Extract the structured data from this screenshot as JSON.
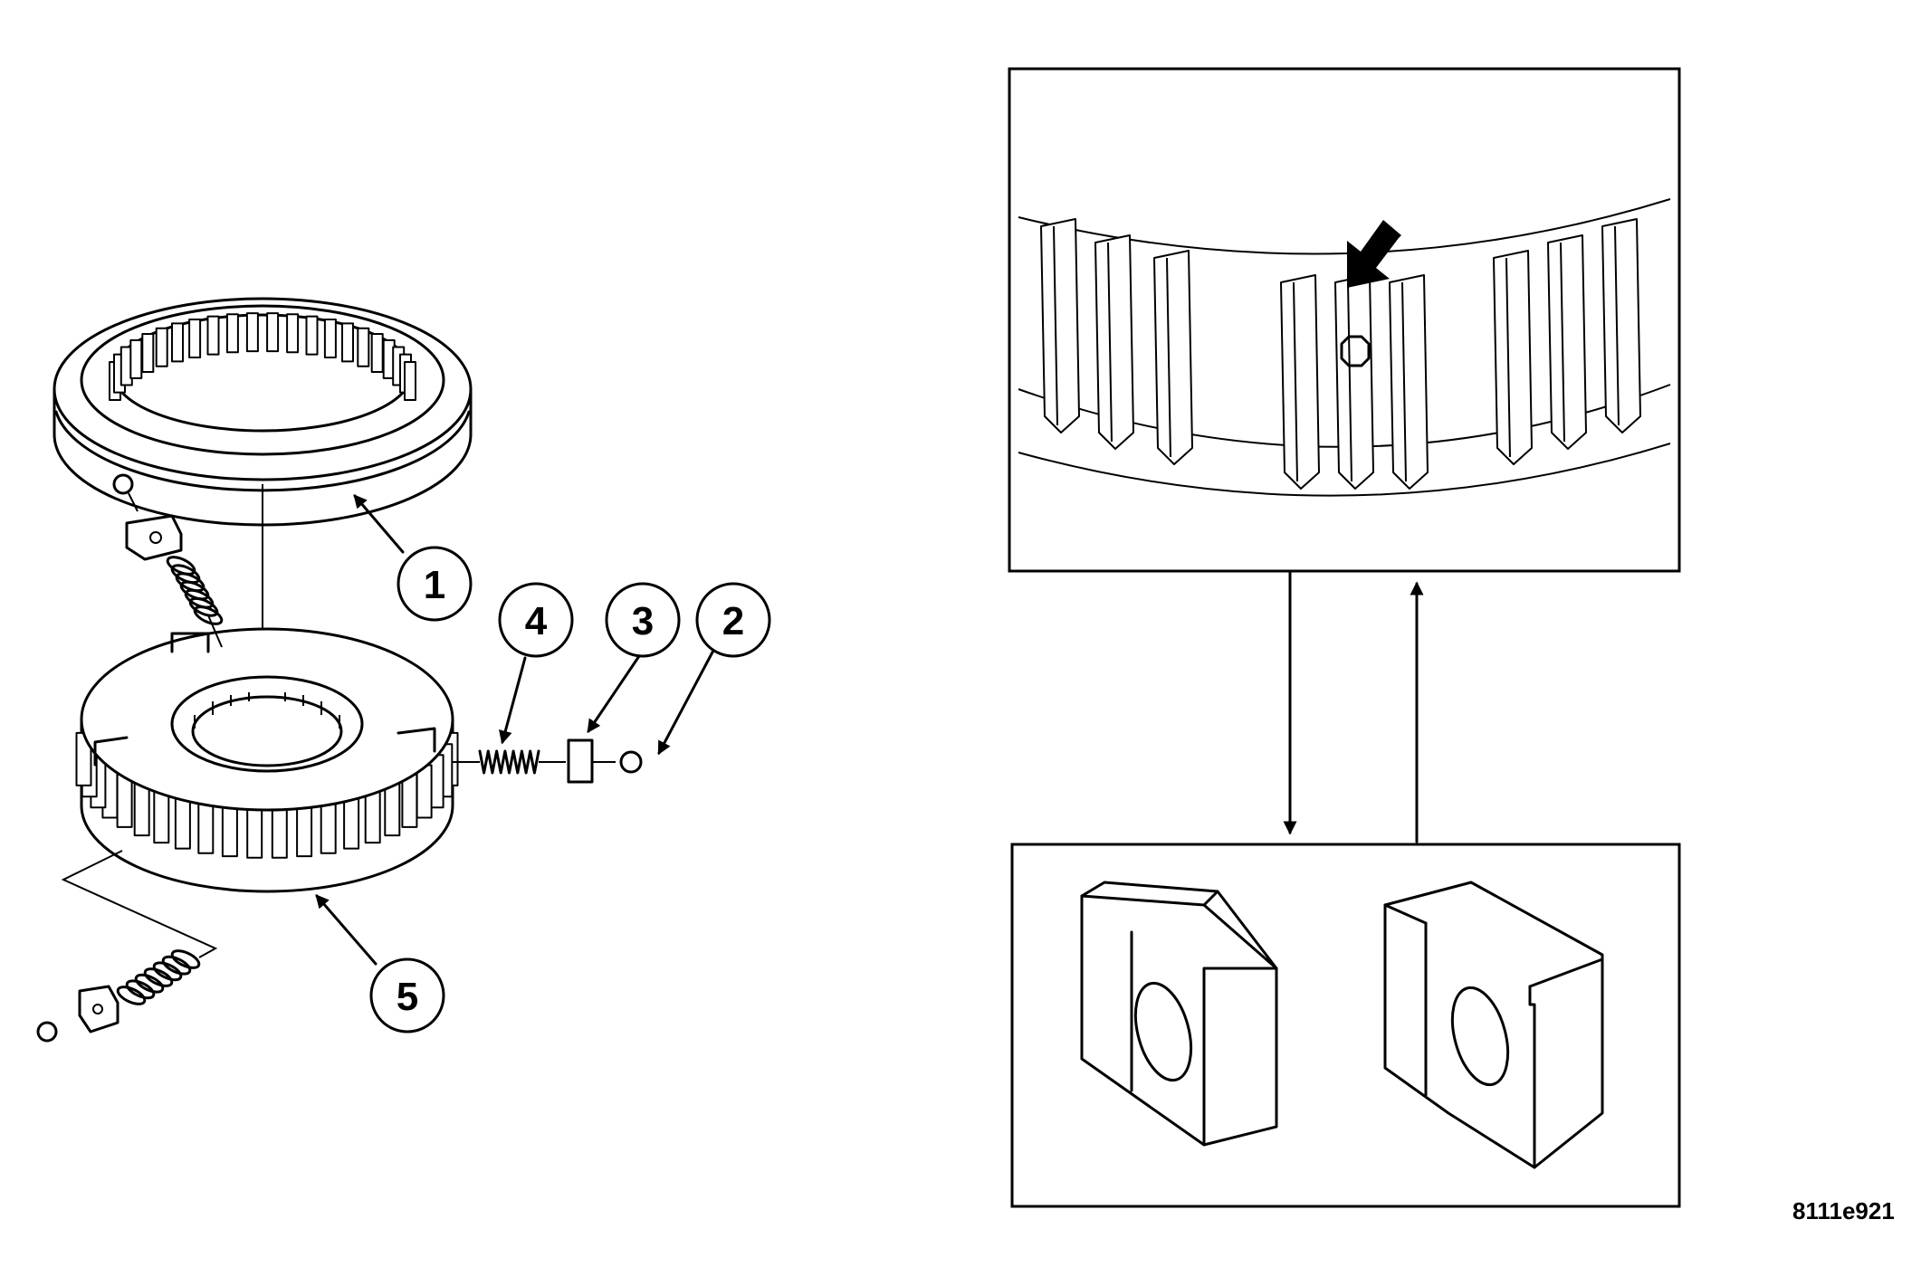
{
  "callouts": [
    {
      "id": "1",
      "label": "1"
    },
    {
      "id": "2",
      "label": "2"
    },
    {
      "id": "3",
      "label": "3"
    },
    {
      "id": "4",
      "label": "4"
    },
    {
      "id": "5",
      "label": "5"
    }
  ],
  "figure_code": "8111e921",
  "colors": {
    "ink": "#000000",
    "paper": "#ffffff"
  }
}
